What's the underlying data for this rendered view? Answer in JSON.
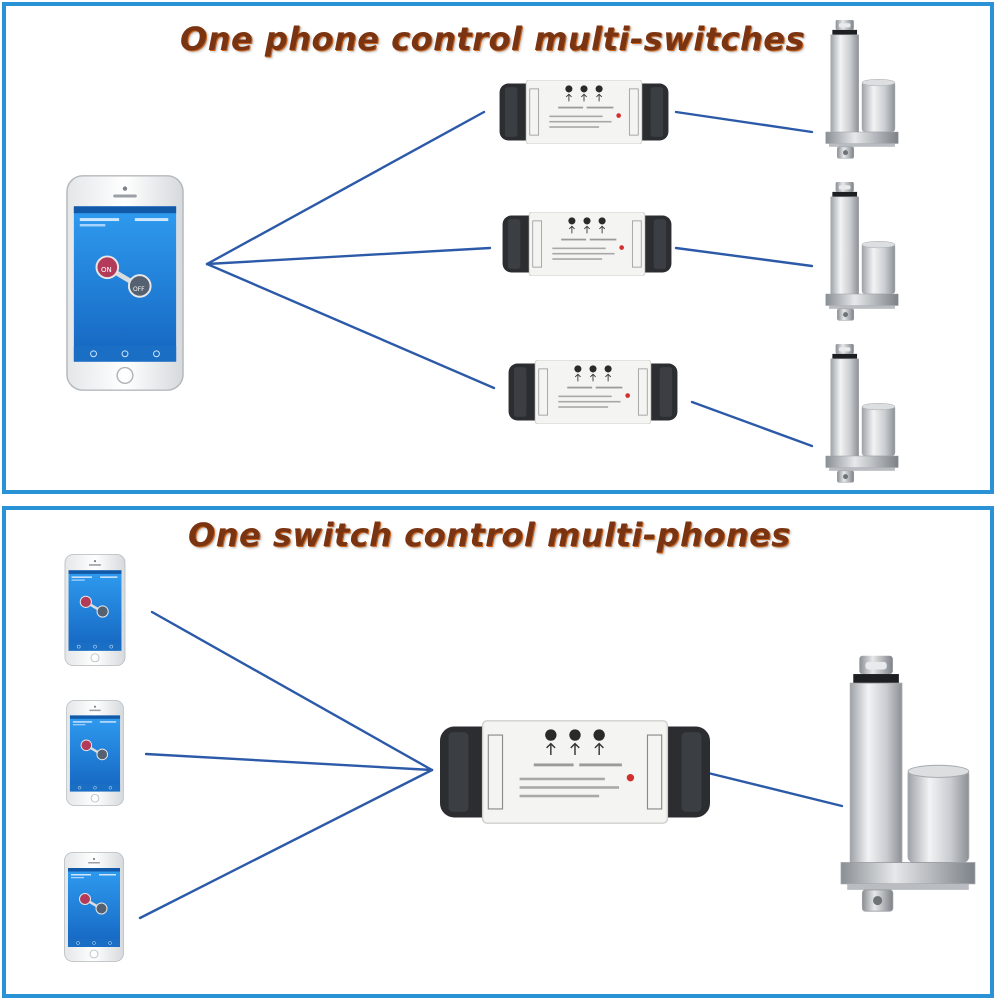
{
  "diagram": {
    "top_title": "One phone control multi-switches",
    "bottom_title": "One switch control multi-phones"
  },
  "phone_app": {
    "on_label": "ON",
    "off_label": "OFF"
  },
  "colors": {
    "frame": "#2a93d5",
    "link": "#2c5aa8",
    "heading": "#7a3412",
    "app_screen": "#1e88e5"
  },
  "icons": [
    "smartphone-icon",
    "relay-switch-icon",
    "linear-actuator-icon"
  ]
}
